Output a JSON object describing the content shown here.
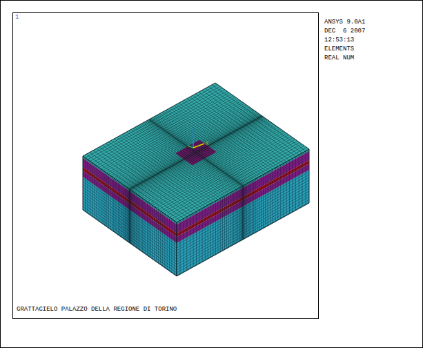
{
  "diagram": {
    "title": "GRATTACIELO PALAZZO DELLA REGIONE DI TORINO",
    "labels": [
      "1",
      "ANSYS 9.0A1",
      "DEC  6 2007",
      "12:53:13",
      "ELEMENTS",
      "REAL NUM",
      "Y",
      "X"
    ]
  }
}
